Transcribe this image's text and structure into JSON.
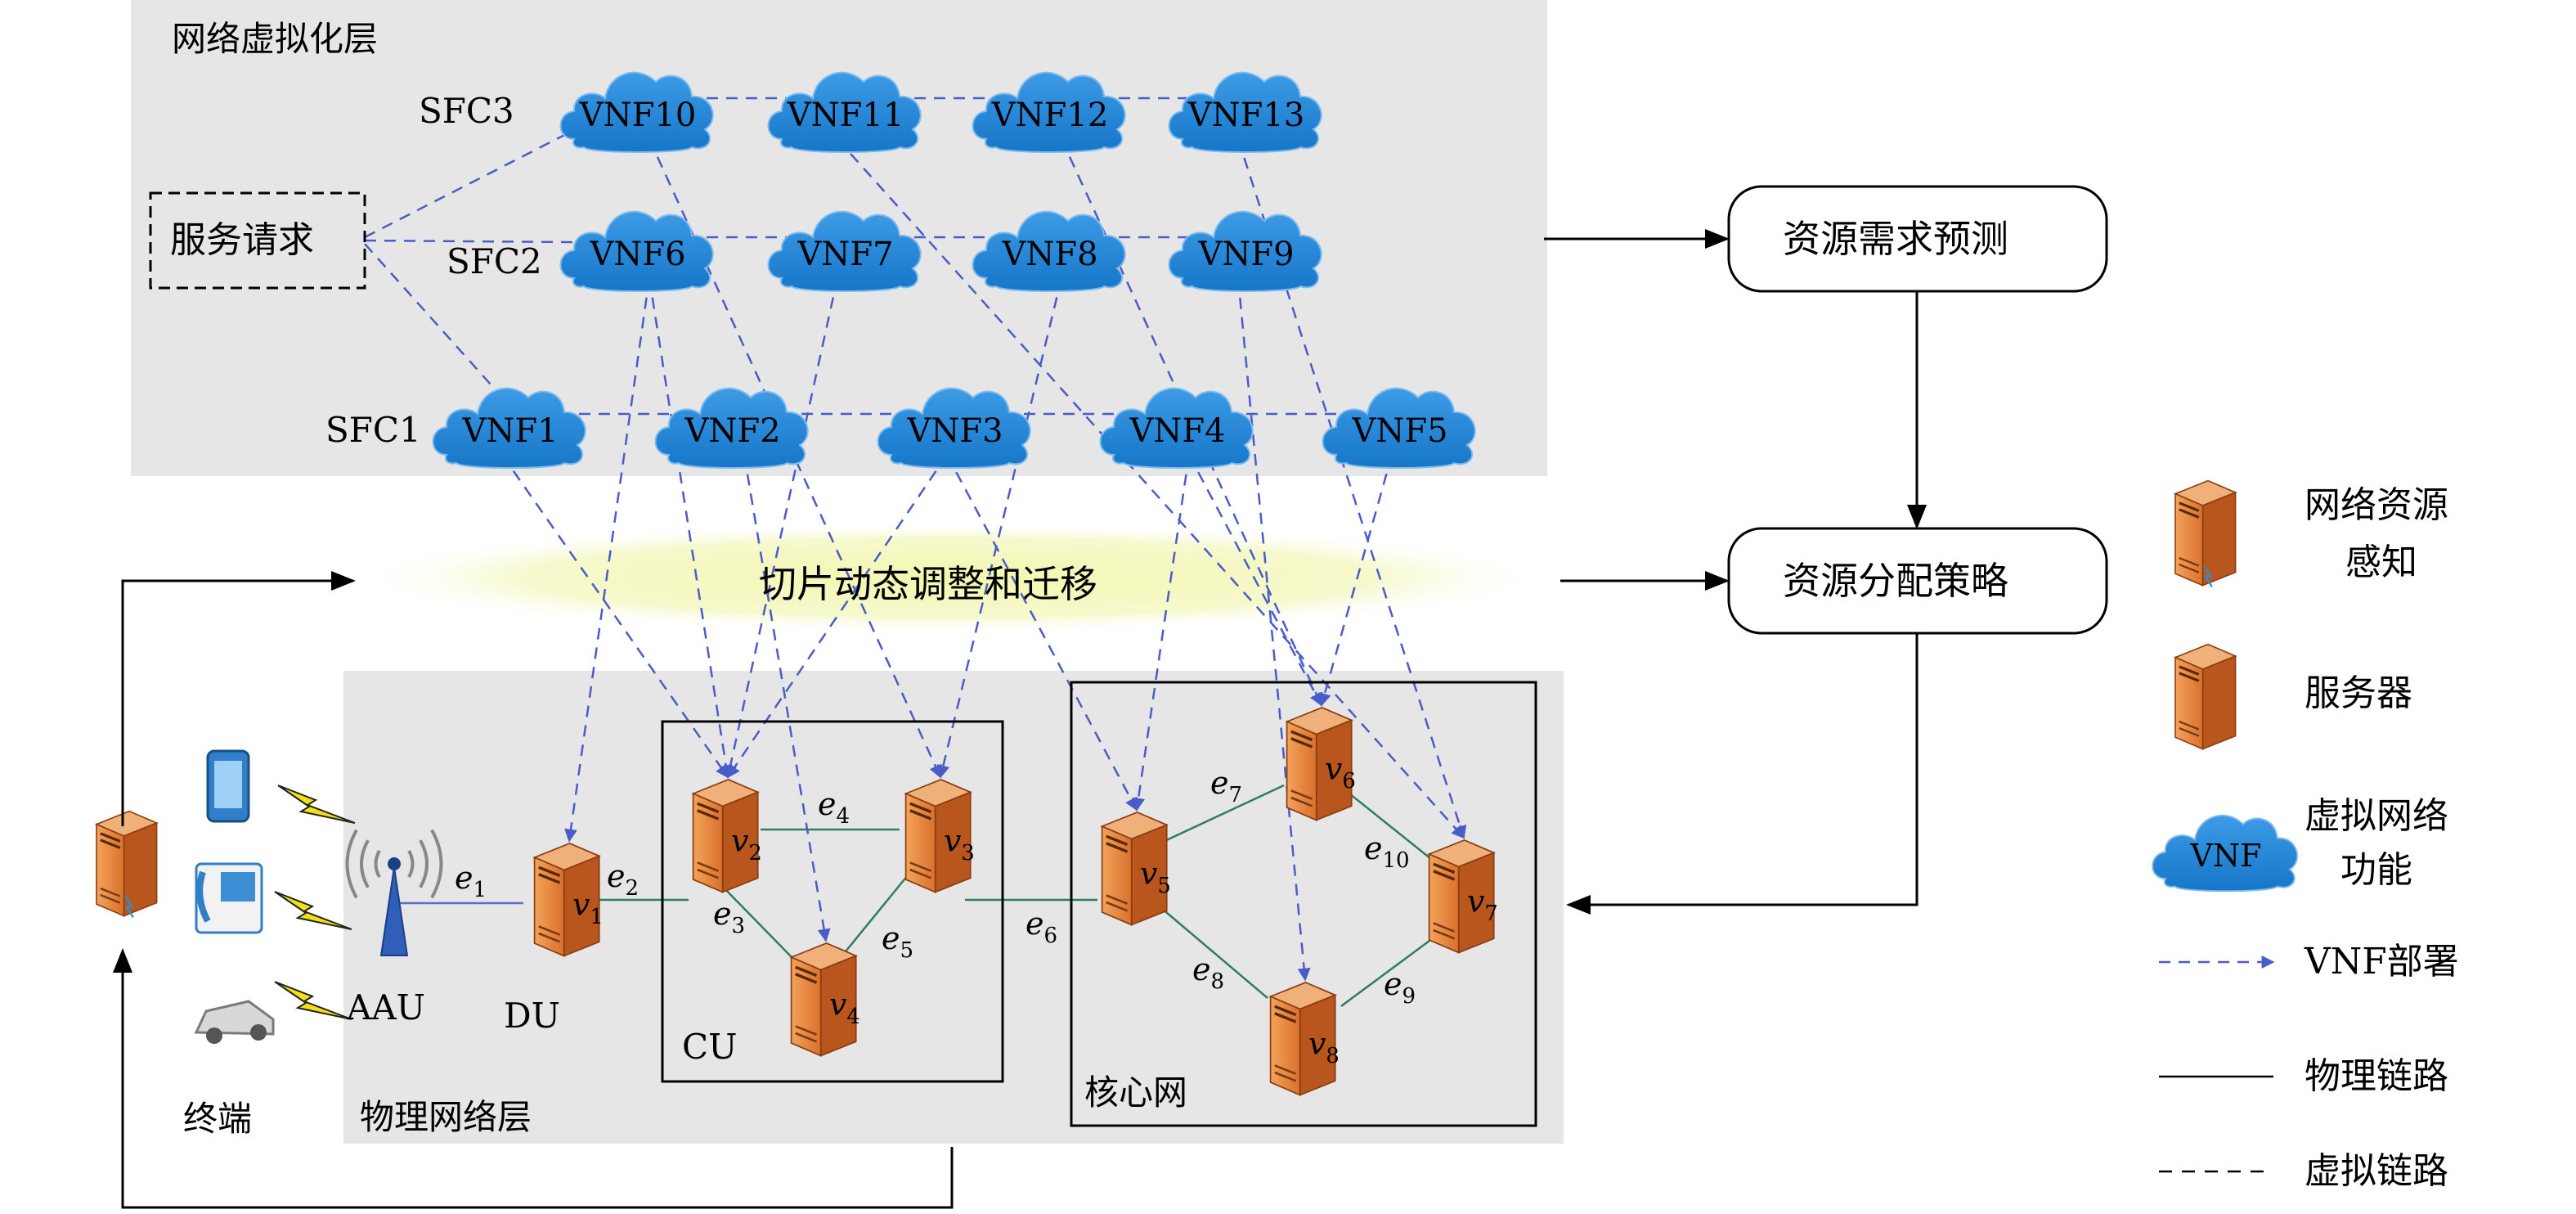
{
  "colors": {
    "panel": "#e6e6e6",
    "cloud": "#1f86d8",
    "cloud_edge": "#6ab4ee",
    "dashed_blue": "#4a5cc8",
    "link_green": "#2e7d5e",
    "server_orange": "#e4863c",
    "server_dark": "#b8561d",
    "halo": "#f4f8c0",
    "bolt": "#f2e010"
  },
  "layers": {
    "virtual": "网络虚拟化层",
    "physical": "物理网络层"
  },
  "service_request": "服务请求",
  "sfc_labels": [
    "SFC3",
    "SFC2",
    "SFC1"
  ],
  "vnfs": [
    "VNF1",
    "VNF2",
    "VNF3",
    "VNF4",
    "VNF5",
    "VNF6",
    "VNF7",
    "VNF8",
    "VNF9",
    "VNF10",
    "VNF11",
    "VNF12",
    "VNF13"
  ],
  "slice_adjust": "切片动态调整和迁移",
  "process": {
    "predict": "资源需求预测",
    "strategy": "资源分配策略"
  },
  "terminal_label": "终端",
  "aau_label": "AAU",
  "du_label": "DU",
  "cu_label": "CU",
  "core_label": "核心网",
  "node_labels": [
    "v",
    "v",
    "v",
    "v",
    "v",
    "v",
    "v",
    "v"
  ],
  "node_subs": [
    "1",
    "2",
    "3",
    "4",
    "5",
    "6",
    "7",
    "8"
  ],
  "edge_labels": [
    "e",
    "e",
    "e",
    "e",
    "e",
    "e",
    "e",
    "e",
    "e",
    "e"
  ],
  "edge_subs": [
    "1",
    "2",
    "3",
    "4",
    "5",
    "6",
    "7",
    "8",
    "9",
    "10"
  ],
  "legend": {
    "sense_line1": "网络资源",
    "sense_line2": "感知",
    "server": "服务器",
    "vnf_line1": "虚拟网络",
    "vnf_line2": "功能",
    "vnf_icon_text": "VNF",
    "deploy": "VNF部署",
    "physical_link": "物理链路",
    "virtual_link": "虚拟链路"
  }
}
